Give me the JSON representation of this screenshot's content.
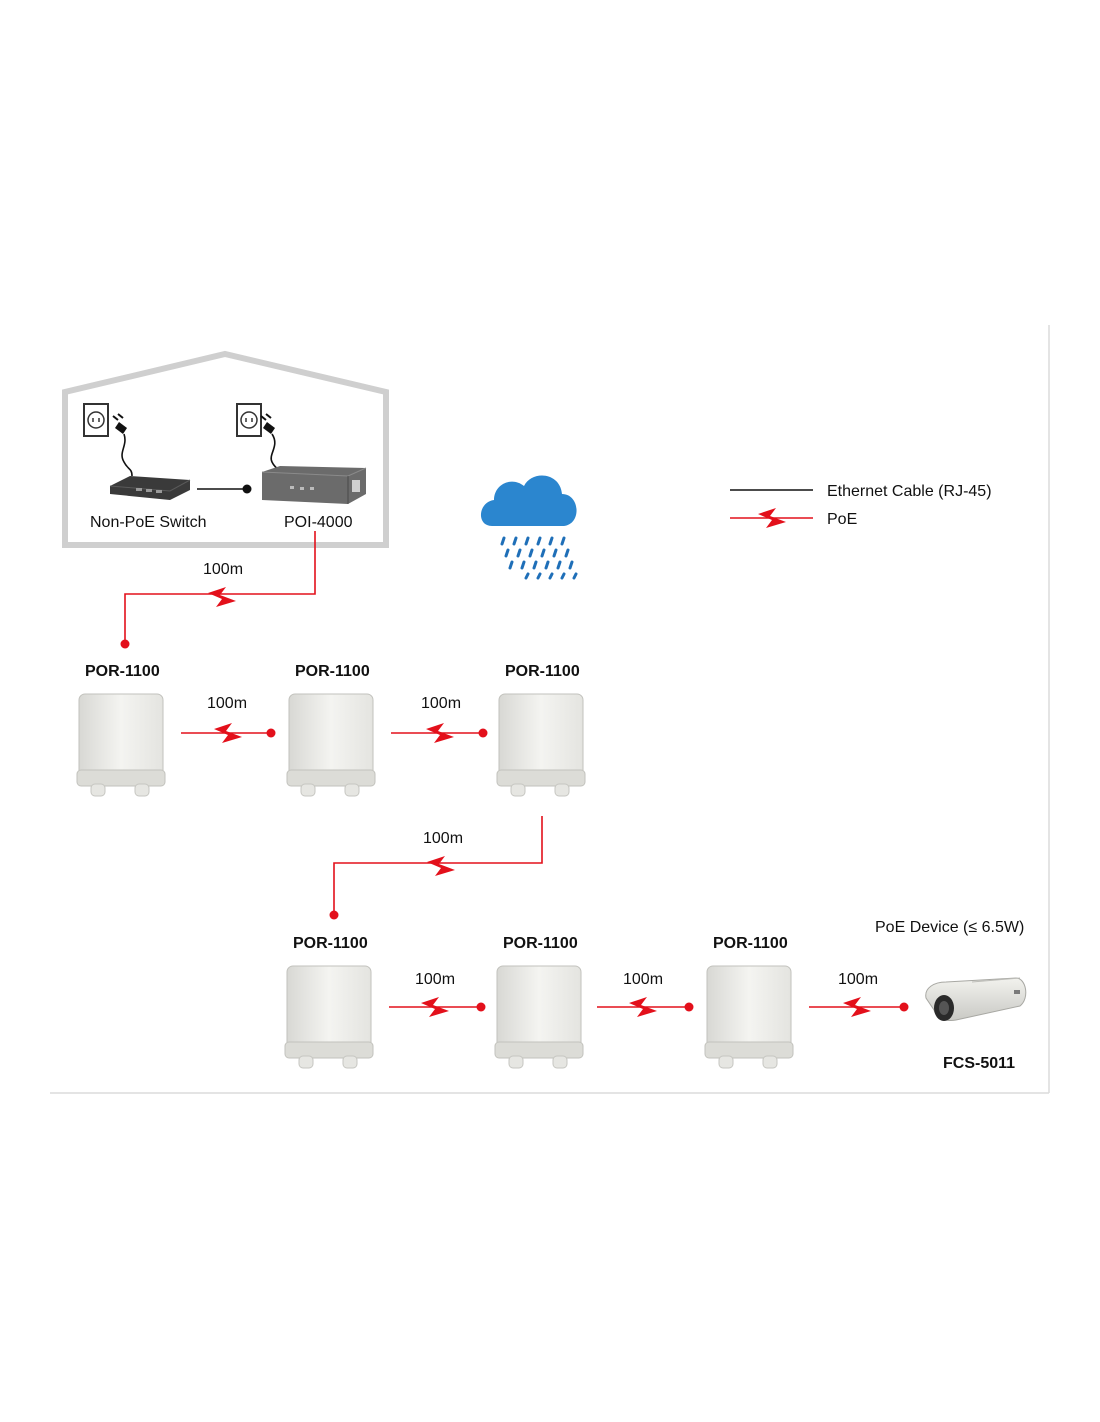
{
  "legend": {
    "ethernet_label": "Ethernet Cable (RJ-45)",
    "poe_label": "PoE"
  },
  "house": {
    "switch_label": "Non-PoE Switch",
    "injector_label": "POI-4000"
  },
  "link_distance": "100m",
  "repeaters": [
    {
      "label": "POR-1100"
    },
    {
      "label": "POR-1100"
    },
    {
      "label": "POR-1100"
    },
    {
      "label": "POR-1100"
    },
    {
      "label": "POR-1100"
    },
    {
      "label": "POR-1100"
    }
  ],
  "endpoint": {
    "title": "PoE Device (≤ 6.5W)",
    "model": "FCS-5011"
  },
  "colors": {
    "poe": "#e3101b",
    "ethernet": "#111111",
    "house_outline": "#cfcfcf",
    "cloud": "#2b86cf",
    "rain": "#1f6fb8"
  },
  "icons": [
    "power-outlet-icon",
    "power-plug-icon",
    "rain-cloud-icon",
    "lightning-icon"
  ]
}
